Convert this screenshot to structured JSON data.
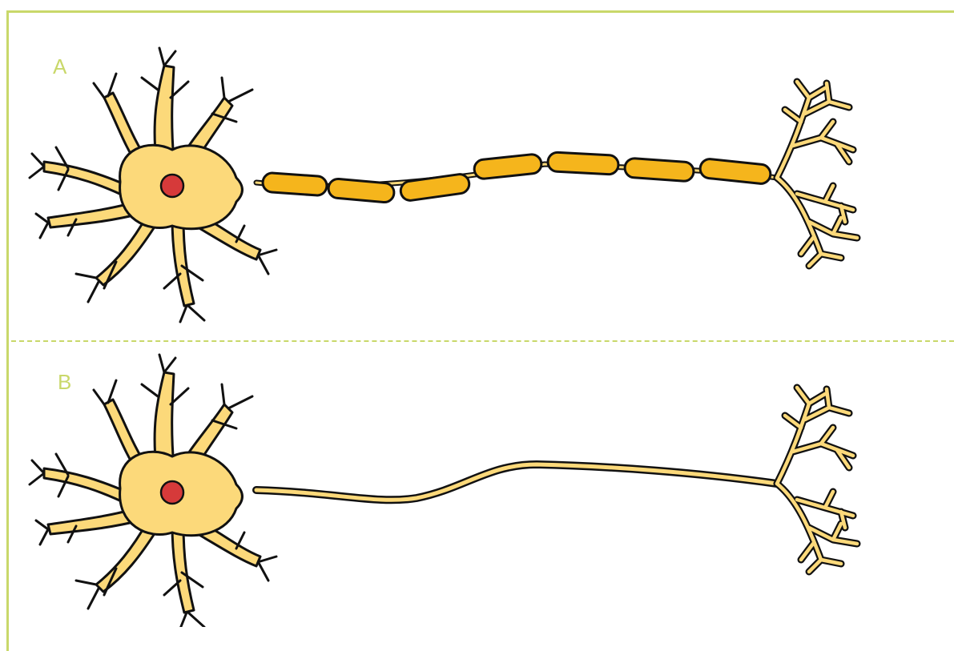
{
  "labels": {
    "a": "A",
    "b": "B"
  },
  "colors": {
    "frame": "#c9d86a",
    "soma": "#fcd97a",
    "outline": "#111111",
    "nucleus": "#d63a3a",
    "myelin": "#f5b51c"
  },
  "panels": [
    {
      "id": "A",
      "axon": "myelinated",
      "myelin_segments": 7
    },
    {
      "id": "B",
      "axon": "unmyelinated"
    }
  ]
}
